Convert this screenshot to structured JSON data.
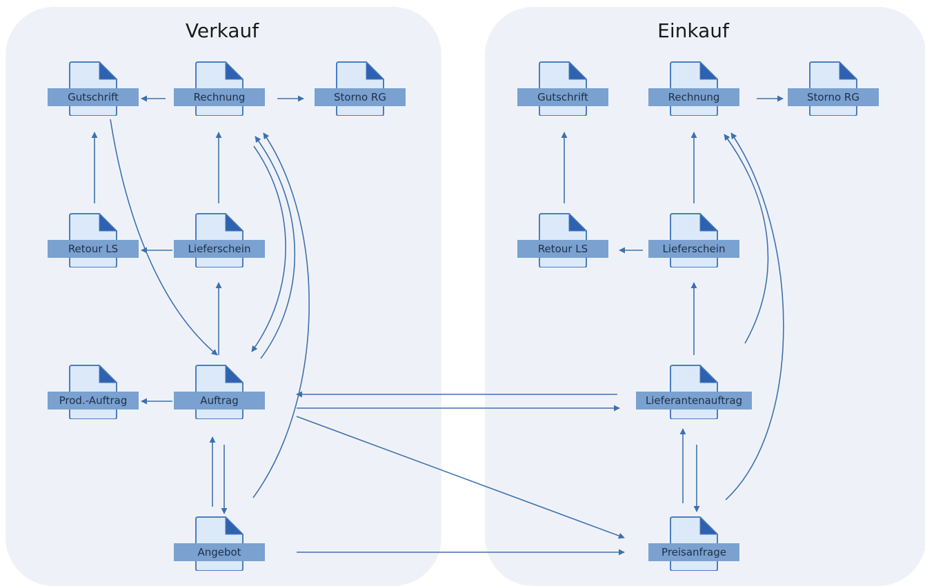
{
  "panels": {
    "left": {
      "title": "Verkauf"
    },
    "right": {
      "title": "Einkauf"
    }
  },
  "documents": {
    "v_gutschrift": "Gutschrift",
    "v_rechnung": "Rechnung",
    "v_storno": "Storno RG",
    "v_retour": "Retour LS",
    "v_lieferschein": "Lieferschein",
    "v_prod": "Prod.-Auftrag",
    "v_auftrag": "Auftrag",
    "v_angebot": "Angebot",
    "e_gutschrift": "Gutschrift",
    "e_rechnung": "Rechnung",
    "e_storno": "Storno RG",
    "e_retour": "Retour LS",
    "e_lieferschein": "Lieferschein",
    "e_lieferantenauftrag": "Lieferantenauftrag",
    "e_preisanfrage": "Preisanfrage"
  },
  "colors": {
    "panel": "#eef2f8",
    "doc_fill": "#dce9f8",
    "doc_stroke": "#4a7cc0",
    "label_bg": "#7aa1cf",
    "arrow": "#3f6fad"
  },
  "icons": {
    "document": "document-icon"
  }
}
